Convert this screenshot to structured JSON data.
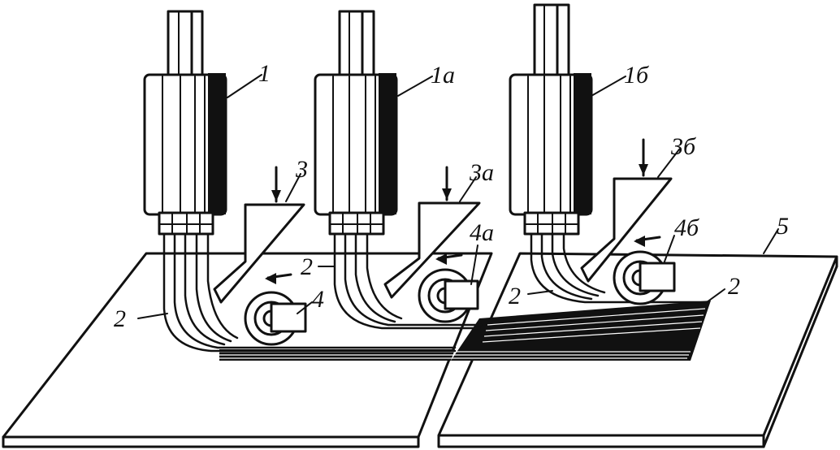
{
  "diagram": {
    "labels": {
      "head_1": "1",
      "head_1a": "1а",
      "head_1b": "1б",
      "shoe_3": "3",
      "shoe_3a": "3а",
      "shoe_3b": "3б",
      "roller_4": "4",
      "roller_4a": "4а",
      "roller_4b": "4б",
      "table_5": "5",
      "strand_2_left": "2",
      "strand_2_mid": "2",
      "strand_2_right": "2",
      "strand_2_right_end": "2"
    },
    "colors": {
      "ink": "#111111",
      "paper": "#ffffff"
    }
  }
}
